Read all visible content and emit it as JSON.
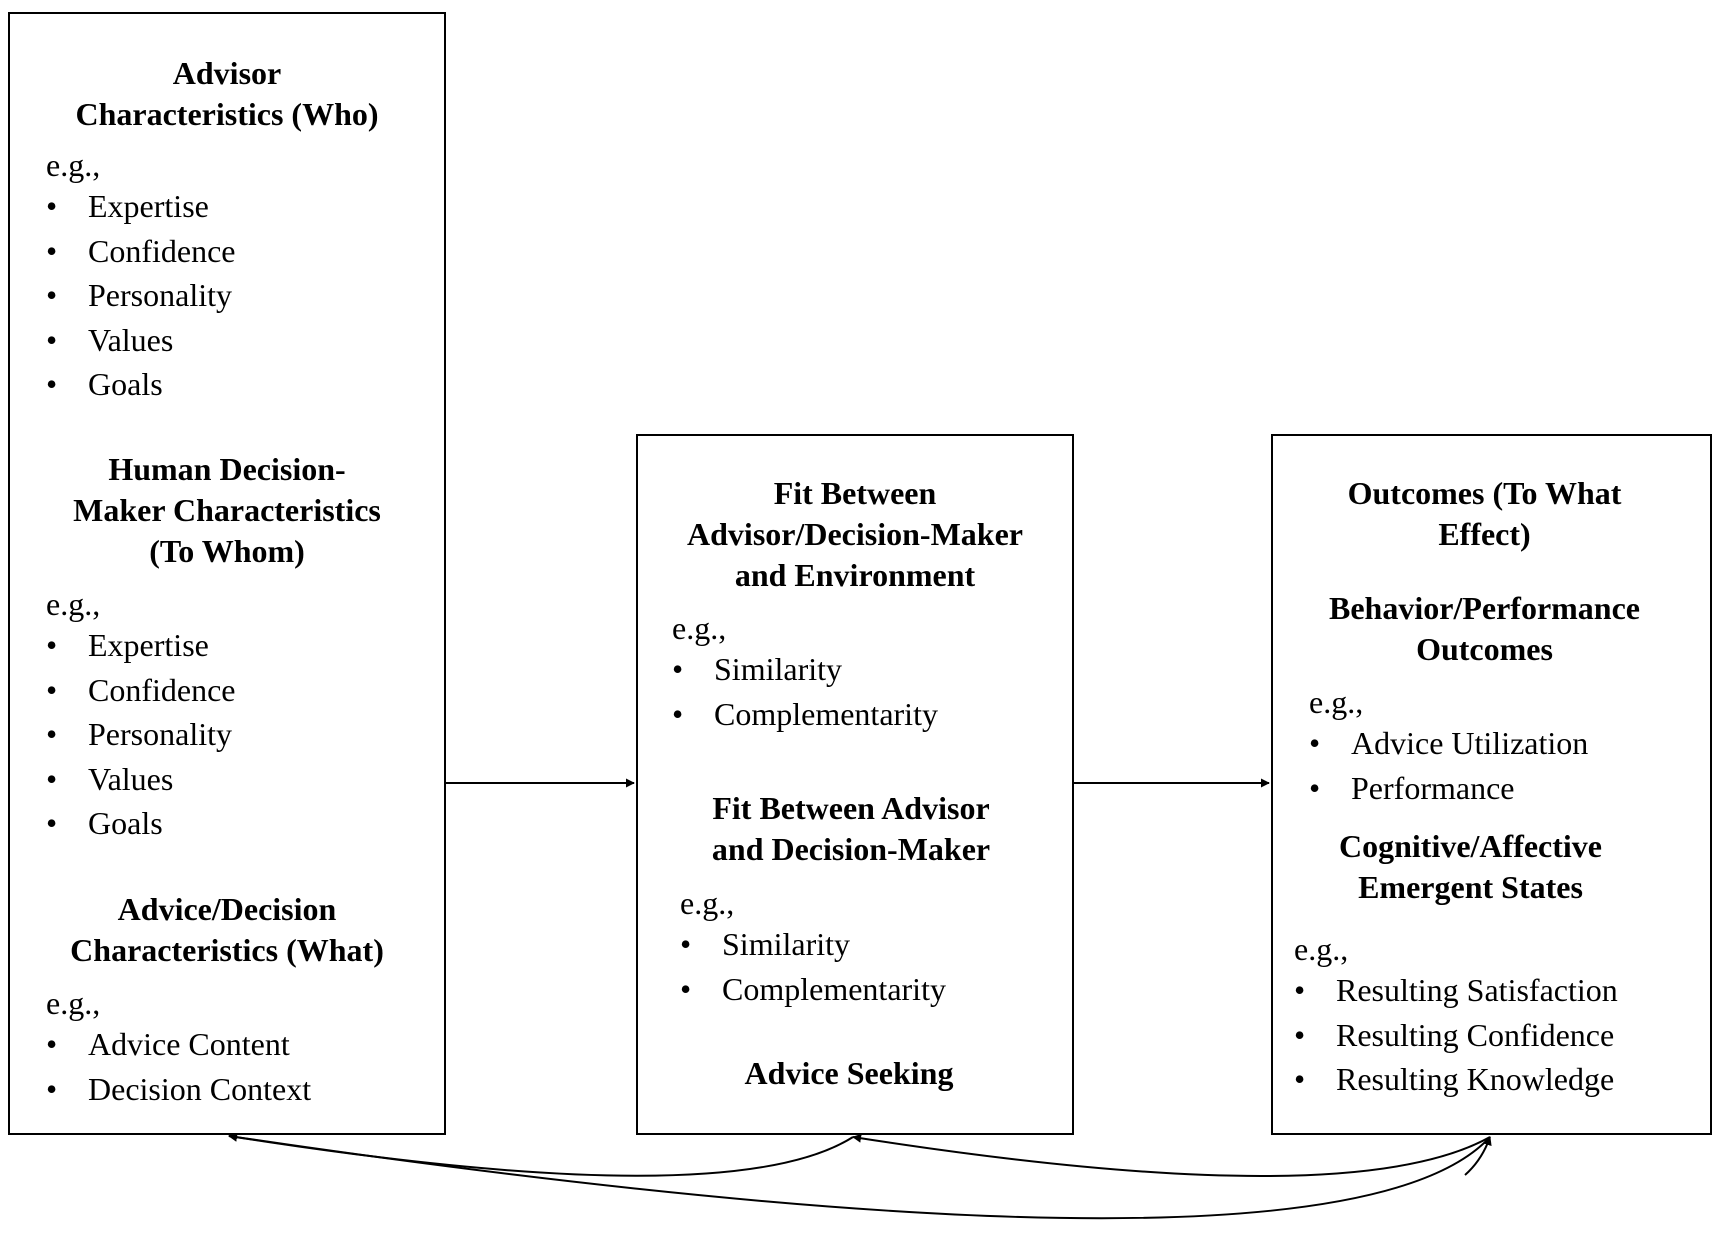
{
  "left_box": {
    "advisor_heading": [
      "Advisor",
      "Characteristics (Who)"
    ],
    "advisor_eg": "e.g.,",
    "advisor_items": [
      "Expertise",
      "Confidence",
      "Personality",
      "Values",
      "Goals"
    ],
    "decision_maker_heading": [
      "Human Decision-",
      "Maker Characteristics",
      "(To Whom)"
    ],
    "decision_maker_eg": "e.g.,",
    "decision_maker_items": [
      "Expertise",
      "Confidence",
      "Personality",
      "Values",
      "Goals"
    ],
    "advice_heading": [
      "Advice/Decision",
      "Characteristics (What)"
    ],
    "advice_eg": "e.g.,",
    "advice_items": [
      "Advice Content",
      "Decision Context"
    ]
  },
  "middle_box": {
    "env_fit_heading": [
      "Fit Between",
      "Advisor/Decision-Maker",
      "and Environment"
    ],
    "env_fit_eg": "e.g.,",
    "env_fit_items": [
      "Similarity",
      "Complementarity"
    ],
    "dyad_fit_heading": [
      "Fit Between Advisor",
      "and Decision-Maker"
    ],
    "dyad_fit_eg": "e.g.,",
    "dyad_fit_items": [
      "Similarity",
      "Complementarity"
    ],
    "advice_seeking": "Advice Seeking"
  },
  "right_box": {
    "outcomes_heading": [
      "Outcomes (To What",
      "Effect)"
    ],
    "behavior_heading": [
      "Behavior/Performance",
      "Outcomes"
    ],
    "behavior_eg": "e.g.,",
    "behavior_items": [
      "Advice Utilization",
      "Performance"
    ],
    "cognitive_heading": [
      "Cognitive/Affective",
      "Emergent States"
    ],
    "cognitive_eg": "e.g.,",
    "cognitive_items": [
      "Resulting Satisfaction",
      "Resulting Confidence",
      "Resulting Knowledge"
    ]
  }
}
